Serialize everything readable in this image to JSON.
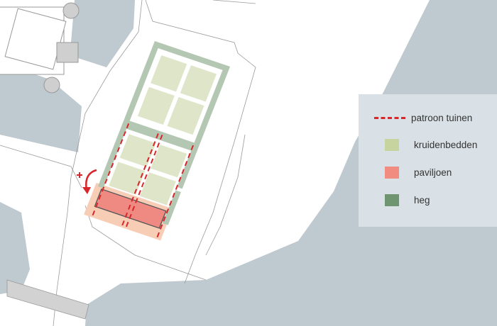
{
  "legend": {
    "items": [
      {
        "label": "patroon tuinen",
        "symbol": "dashed-line",
        "color": "#d9262b"
      },
      {
        "label": "kruidenbedden",
        "symbol": "swatch",
        "color": "#c8d4a0"
      },
      {
        "label": "paviljoen",
        "symbol": "swatch",
        "color": "#f08c80"
      },
      {
        "label": "heg",
        "symbol": "swatch",
        "color": "#6e9470"
      }
    ]
  },
  "colors": {
    "water": "#bfc9d0",
    "land": "#ffffff",
    "hedge": "#b3c7b3",
    "bed": "#dfe5c9",
    "pavilion": "#ee8a82",
    "pavilion_ground": "#f8cdb6",
    "accent": "#d9262b"
  }
}
